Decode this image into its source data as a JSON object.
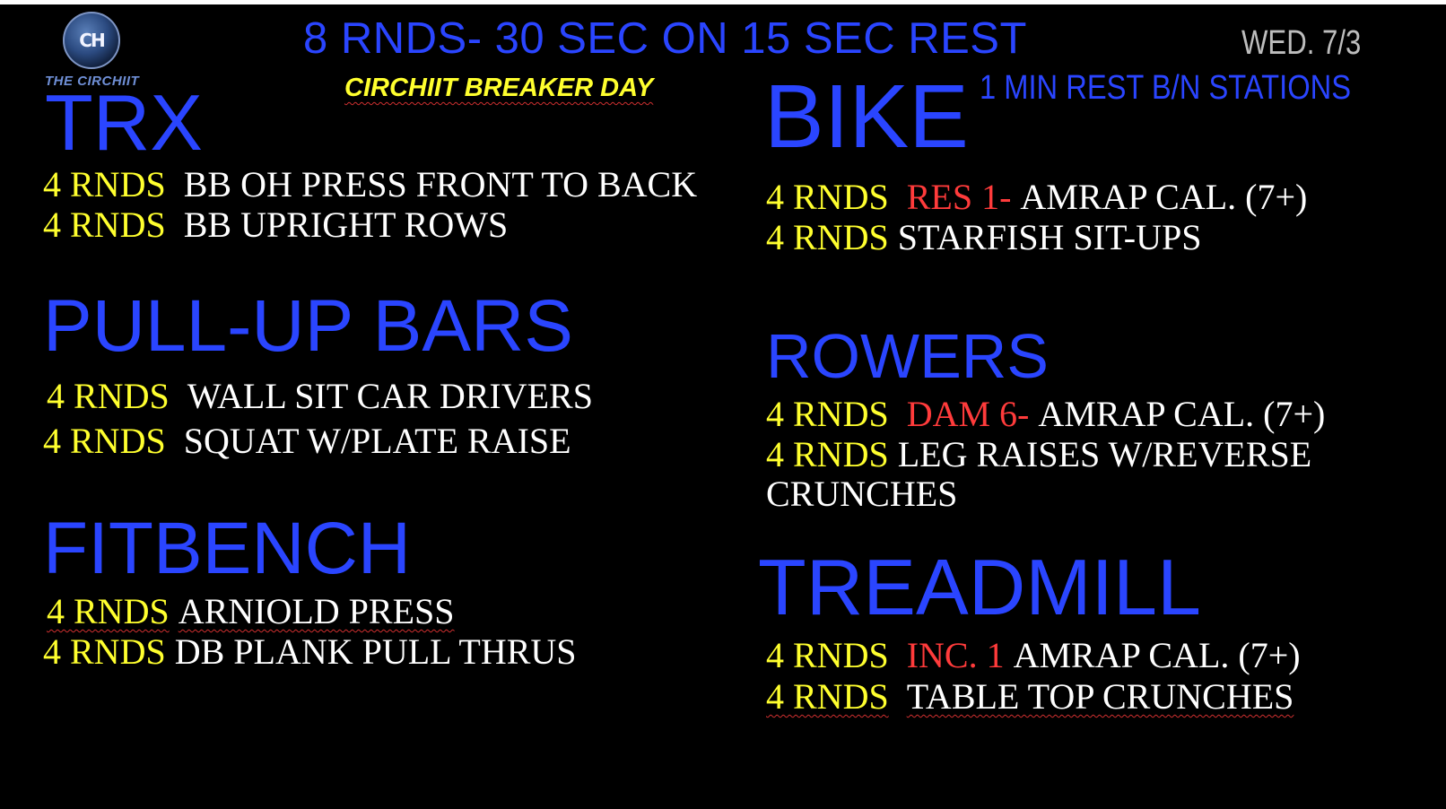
{
  "header": {
    "logo_initials": "CH",
    "logo_wordmark": "THE CIRCHIIT",
    "title": "8 RNDS- 30 SEC ON 15 SEC REST",
    "subtitle": "CIRCHIIT BREAKER DAY",
    "date": "WED. 7/3",
    "rest_note": "1 MIN REST B/N STATIONS"
  },
  "stations": {
    "trx": {
      "title": "TRX",
      "lines": [
        {
          "rounds": "4 RNDS",
          "text": "BB OH PRESS FRONT TO BACK"
        },
        {
          "rounds": "4 RNDS",
          "text": "BB UPRIGHT ROWS"
        }
      ]
    },
    "pullup": {
      "title": "PULL-UP BARS",
      "lines": [
        {
          "rounds": "4 RNDS",
          "text": "WALL SIT CAR DRIVERS"
        },
        {
          "rounds": "4 RNDS",
          "text": "SQUAT W/PLATE RAISE"
        }
      ]
    },
    "fitbench": {
      "title": "FITBENCH",
      "lines": [
        {
          "rounds": "4 RNDS",
          "text": "ARNIOLD PRESS"
        },
        {
          "rounds": "4 RNDS",
          "text": "DB PLANK PULL THRUS"
        }
      ]
    },
    "bike": {
      "title": "BIKE",
      "lines": [
        {
          "rounds": "4 RNDS",
          "setting": "RES 1-",
          "text": "AMRAP CAL. (7+)"
        },
        {
          "rounds": "4 RNDS",
          "text": "STARFISH SIT-UPS"
        }
      ]
    },
    "rowers": {
      "title": "ROWERS",
      "lines": [
        {
          "rounds": "4 RNDS",
          "setting": "DAM 6-",
          "text": "AMRAP CAL. (7+)"
        },
        {
          "rounds": "4 RNDS",
          "text": "LEG RAISES W/REVERSE",
          "text_cont": "CRUNCHES"
        }
      ]
    },
    "treadmill": {
      "title": "TREADMILL",
      "lines": [
        {
          "rounds": "4 RNDS",
          "setting": "INC. 1",
          "text": "AMRAP CAL. (7+)"
        },
        {
          "rounds": "4 RNDS",
          "text": "TABLE TOP CRUNCHES"
        }
      ]
    }
  },
  "colors": {
    "background": "#000000",
    "heading_blue": "#2a45ff",
    "rounds_yellow": "#ffff2e",
    "setting_red": "#ff3b3b",
    "text_white": "#ffffff",
    "date_gray": "#bdbdbd"
  }
}
